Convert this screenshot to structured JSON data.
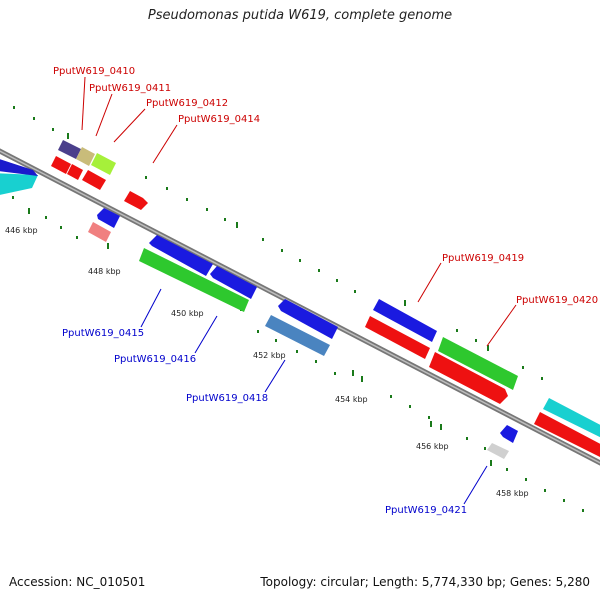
{
  "title": "Pseudomonas putida W619, complete genome",
  "footer": {
    "accession": "Accession: NC_010501",
    "summary": "Topology: circular; Length: 5,774,330 bp; Genes: 5,280"
  },
  "colors": {
    "backbone": "#888888",
    "tick": "#1a7a1a",
    "forward_label": "#cc0000",
    "reverse_label": "#0000cc",
    "kbp_text": "#222222"
  },
  "kbp_ticks": [
    "446 kbp",
    "448 kbp",
    "450 kbp",
    "452 kbp",
    "454 kbp",
    "456 kbp",
    "458 kbp"
  ],
  "gene_labels": [
    {
      "text": "PputW619_0410",
      "strand": "forward"
    },
    {
      "text": "PputW619_0411",
      "strand": "forward"
    },
    {
      "text": "PputW619_0412",
      "strand": "forward"
    },
    {
      "text": "PputW619_0414",
      "strand": "forward"
    },
    {
      "text": "PputW619_0419",
      "strand": "forward"
    },
    {
      "text": "PputW619_0420",
      "strand": "forward"
    },
    {
      "text": "PputW619_0415",
      "strand": "reverse"
    },
    {
      "text": "PputW619_0416",
      "strand": "reverse"
    },
    {
      "text": "PputW619_0418",
      "strand": "reverse"
    },
    {
      "text": "PputW619_0421",
      "strand": "reverse"
    }
  ]
}
